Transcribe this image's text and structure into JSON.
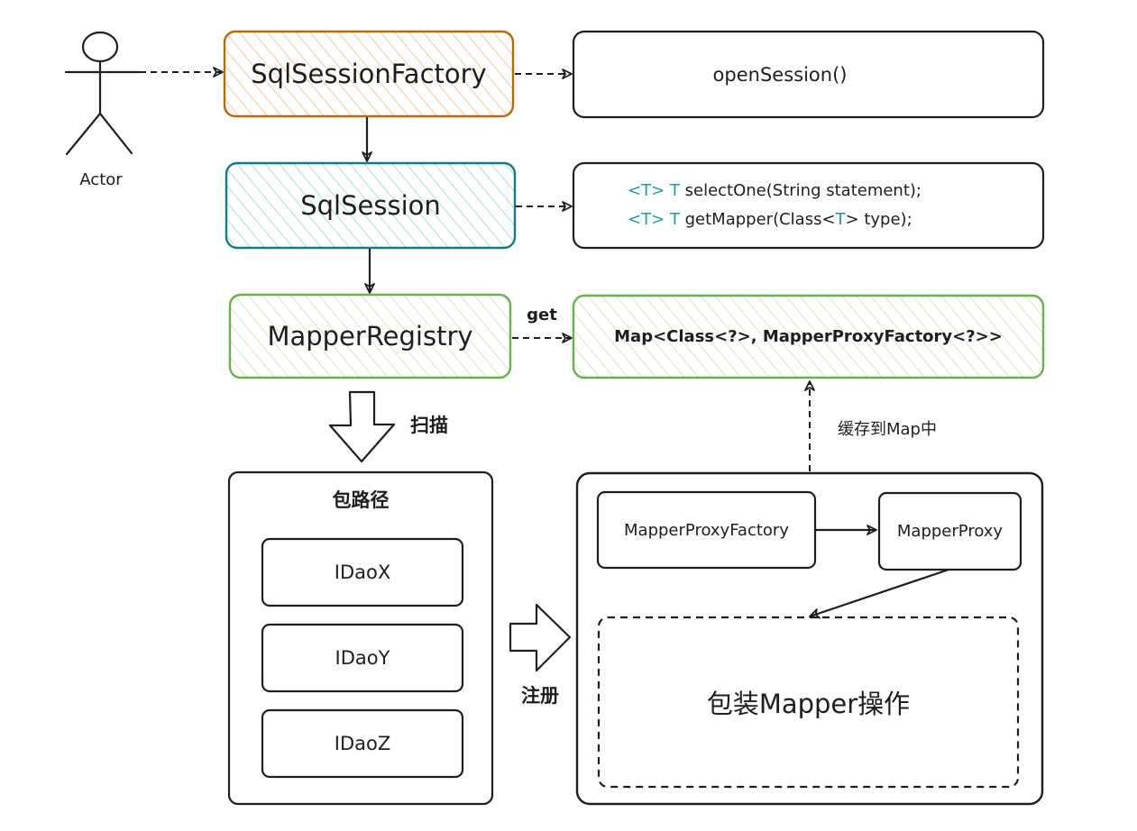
{
  "actor": {
    "label": "Actor"
  },
  "nodes": {
    "sql_session_factory": {
      "label": "SqlSessionFactory",
      "stroke": "#b8690c",
      "hatch": "#f5b66a"
    },
    "open_session": {
      "label": "openSession()"
    },
    "sql_session": {
      "label": "SqlSession",
      "stroke": "#137c80",
      "hatch": "#7ccfd2"
    },
    "session_methods": {
      "line1": {
        "type_param": "<T>",
        "return_type": "T",
        "rest": " selectOne(String statement);"
      },
      "line2": {
        "type_param": "<T>",
        "return_type": "T",
        "rest_a": " getMapper(Class<",
        "inner": "T",
        "rest_b": "> type);"
      },
      "accent": "#1a9ba3"
    },
    "mapper_registry": {
      "label": "MapperRegistry",
      "stroke": "#6ab04c",
      "hatch": "#b7dfa5"
    },
    "known_mappers_map": {
      "label": "Map<Class<?>, MapperProxyFactory<?>>",
      "stroke": "#6ab04c"
    },
    "package_path": {
      "title": "包路径",
      "items": [
        "IDaoX",
        "IDaoY",
        "IDaoZ"
      ]
    },
    "mapper_proxy_factory": {
      "label": "MapperProxyFactory"
    },
    "mapper_proxy": {
      "label": "MapperProxy"
    },
    "wrap_mapper": {
      "label": "包装Mapper操作"
    }
  },
  "edges": {
    "get_label": "get",
    "scan_label": "扫描",
    "register_label": "注册",
    "cache_label": "缓存到Map中"
  }
}
